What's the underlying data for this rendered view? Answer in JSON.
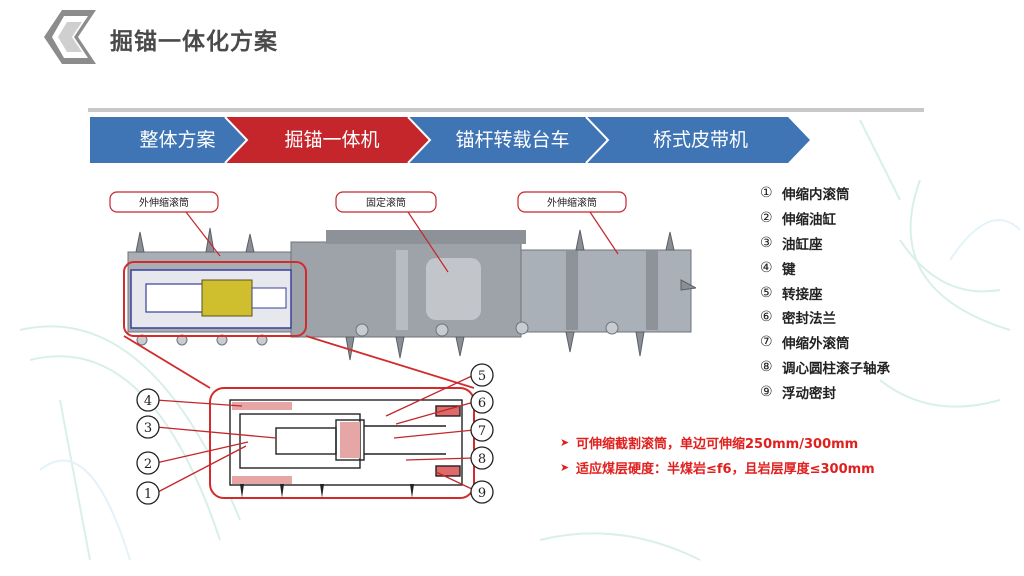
{
  "header": {
    "title": "掘锚一体化方案"
  },
  "nav": {
    "tabs": [
      {
        "label": "整体方案",
        "active": false
      },
      {
        "label": "掘锚一体机",
        "active": true
      },
      {
        "label": "锚杆转载台车",
        "active": false
      },
      {
        "label": "桥式皮带机",
        "active": false
      }
    ],
    "colors": {
      "normal": "#3f74b5",
      "active": "#c4262c"
    }
  },
  "diagram": {
    "callouts": {
      "outer_left": "外伸缩滚筒",
      "fixed": "固定滚筒",
      "outer_right": "外伸缩滚筒"
    },
    "part_numbers": [
      "1",
      "2",
      "3",
      "4",
      "5",
      "6",
      "7",
      "8",
      "9"
    ]
  },
  "legend": {
    "items": [
      {
        "num": "①",
        "text": "伸缩内滚筒"
      },
      {
        "num": "②",
        "text": "伸缩油缸"
      },
      {
        "num": "③",
        "text": "油缸座"
      },
      {
        "num": "④",
        "text": "键"
      },
      {
        "num": "⑤",
        "text": "转接座"
      },
      {
        "num": "⑥",
        "text": "密封法兰"
      },
      {
        "num": "⑦",
        "text": "伸缩外滚筒"
      },
      {
        "num": "⑧",
        "text": "调心圆柱滚子轴承"
      },
      {
        "num": "⑨",
        "text": "浮动密封"
      }
    ]
  },
  "notes": {
    "bullet": "➤",
    "items": [
      {
        "text": "可伸缩截割滚筒，单边可伸缩250mm/300mm"
      },
      {
        "text": "适应煤层硬度：半煤岩≤f6，且岩层厚度≤300mm"
      }
    ],
    "color": "#e0201f"
  }
}
